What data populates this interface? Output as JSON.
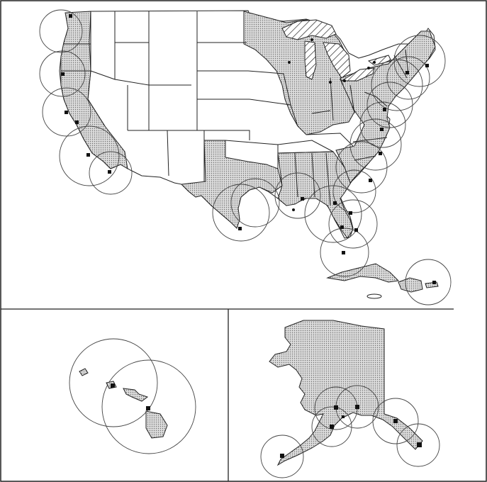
{
  "figure": {
    "panels": [
      "contiguous-us",
      "hawaii",
      "alaska"
    ],
    "legend": "none",
    "background_color": "#ffffff",
    "line_color": "#222222",
    "coastal_fill": "stippled-gray",
    "great_lakes_fill": "diagonal-hatch"
  },
  "contiguous_us": {
    "station_count": 27,
    "shaded_regions": [
      "west-coast",
      "gulf-coast",
      "atlantic-coast",
      "great-lakes",
      "puerto-rico",
      "cuba"
    ]
  },
  "hawaii": {
    "station_count": 2
  },
  "alaska": {
    "station_count": 7
  }
}
